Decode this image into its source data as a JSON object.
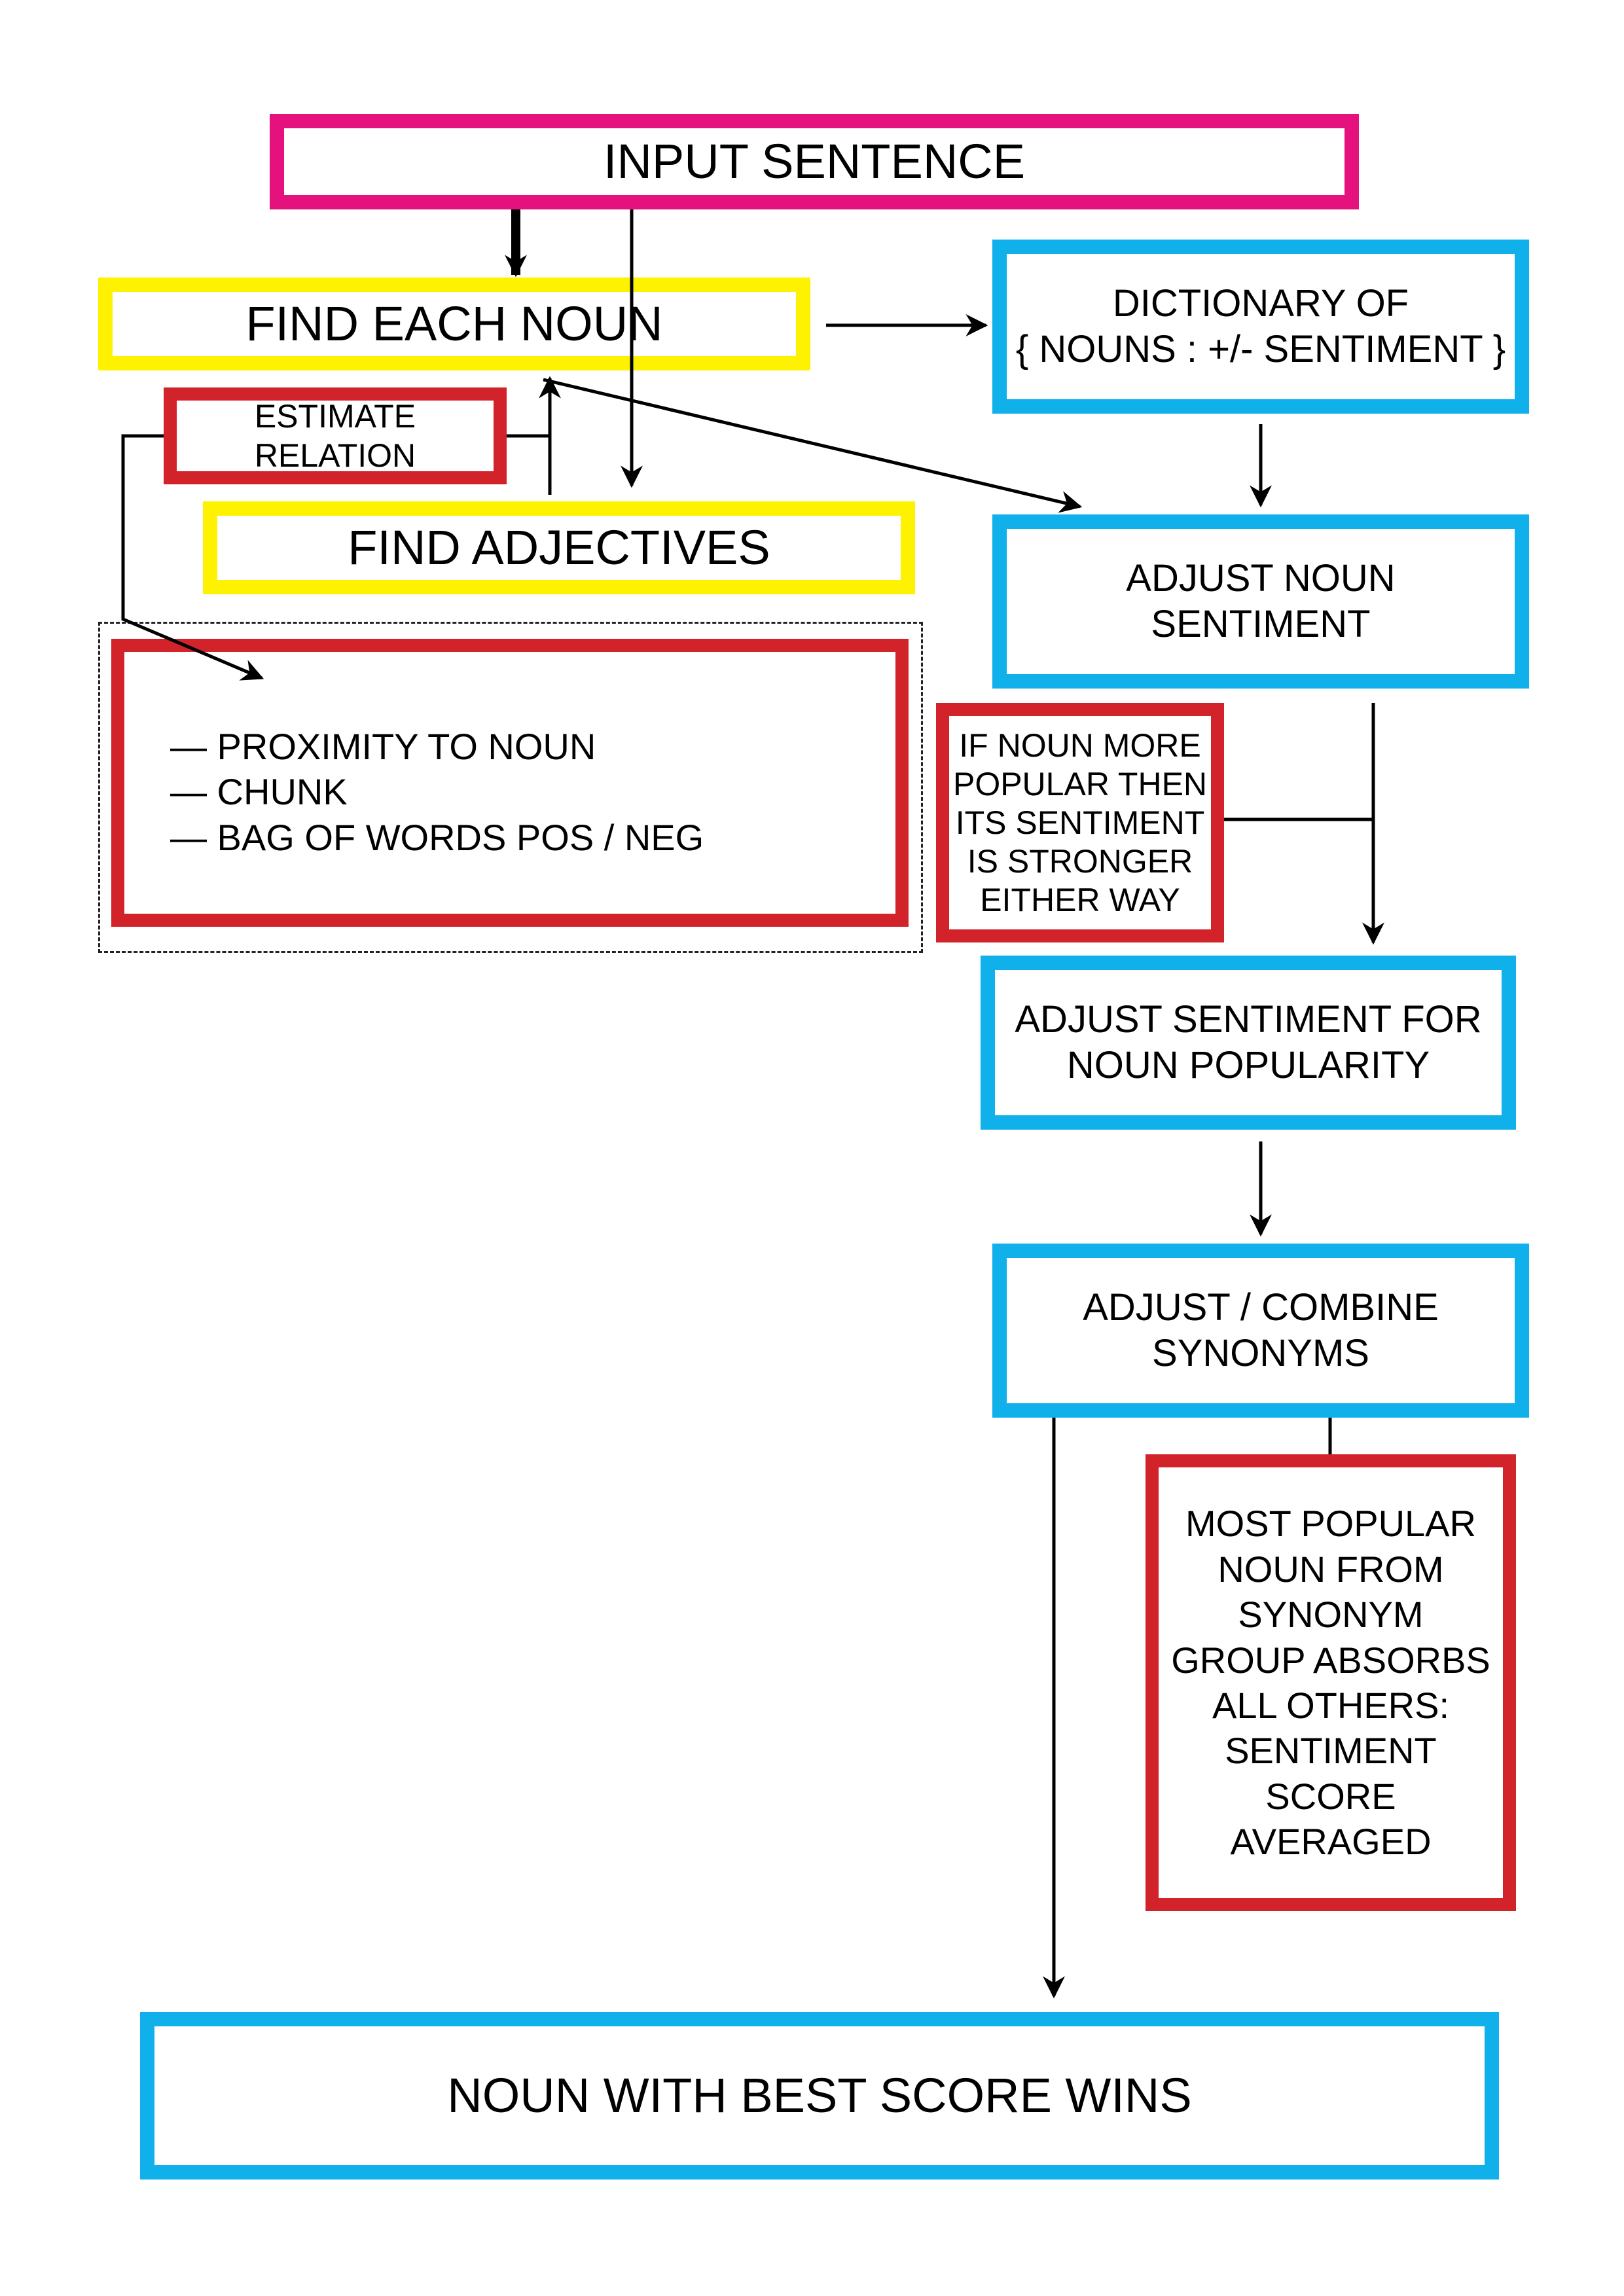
{
  "colors": {
    "pink": "#E5127D",
    "yellow": "#FFF200",
    "cyan": "#10B0EB",
    "red": "#D2232A",
    "ink": "#000000"
  },
  "nodes": {
    "input_sentence": "INPUT SENTENCE",
    "find_each_noun": "FIND EACH NOUN",
    "estimate_relation": [
      "ESTIMATE",
      "RELATION"
    ],
    "find_adjectives": "FIND ADJECTIVES",
    "relation_methods": [
      "— PROXIMITY TO NOUN",
      "— CHUNK",
      "— BAG OF WORDS POS / NEG"
    ],
    "dictionary": [
      "DICTIONARY OF",
      "{ NOUNS : +/- SENTIMENT }"
    ],
    "adjust_noun_sentiment": [
      "ADJUST NOUN",
      "SENTIMENT"
    ],
    "popularity_note": [
      "IF NOUN MORE",
      "POPULAR THEN",
      "ITS SENTIMENT",
      "IS STRONGER",
      "EITHER WAY"
    ],
    "adjust_popularity": [
      "ADJUST SENTIMENT FOR",
      "NOUN POPULARITY"
    ],
    "adjust_synonyms": [
      "ADJUST / COMBINE",
      "SYNONYMS"
    ],
    "synonym_note": [
      "MOST POPULAR",
      "NOUN FROM",
      "SYNONYM",
      "GROUP ABSORBS",
      "ALL OTHERS:",
      "SENTIMENT",
      "SCORE",
      "AVERAGED"
    ],
    "best_score": "NOUN WITH BEST SCORE WINS"
  }
}
